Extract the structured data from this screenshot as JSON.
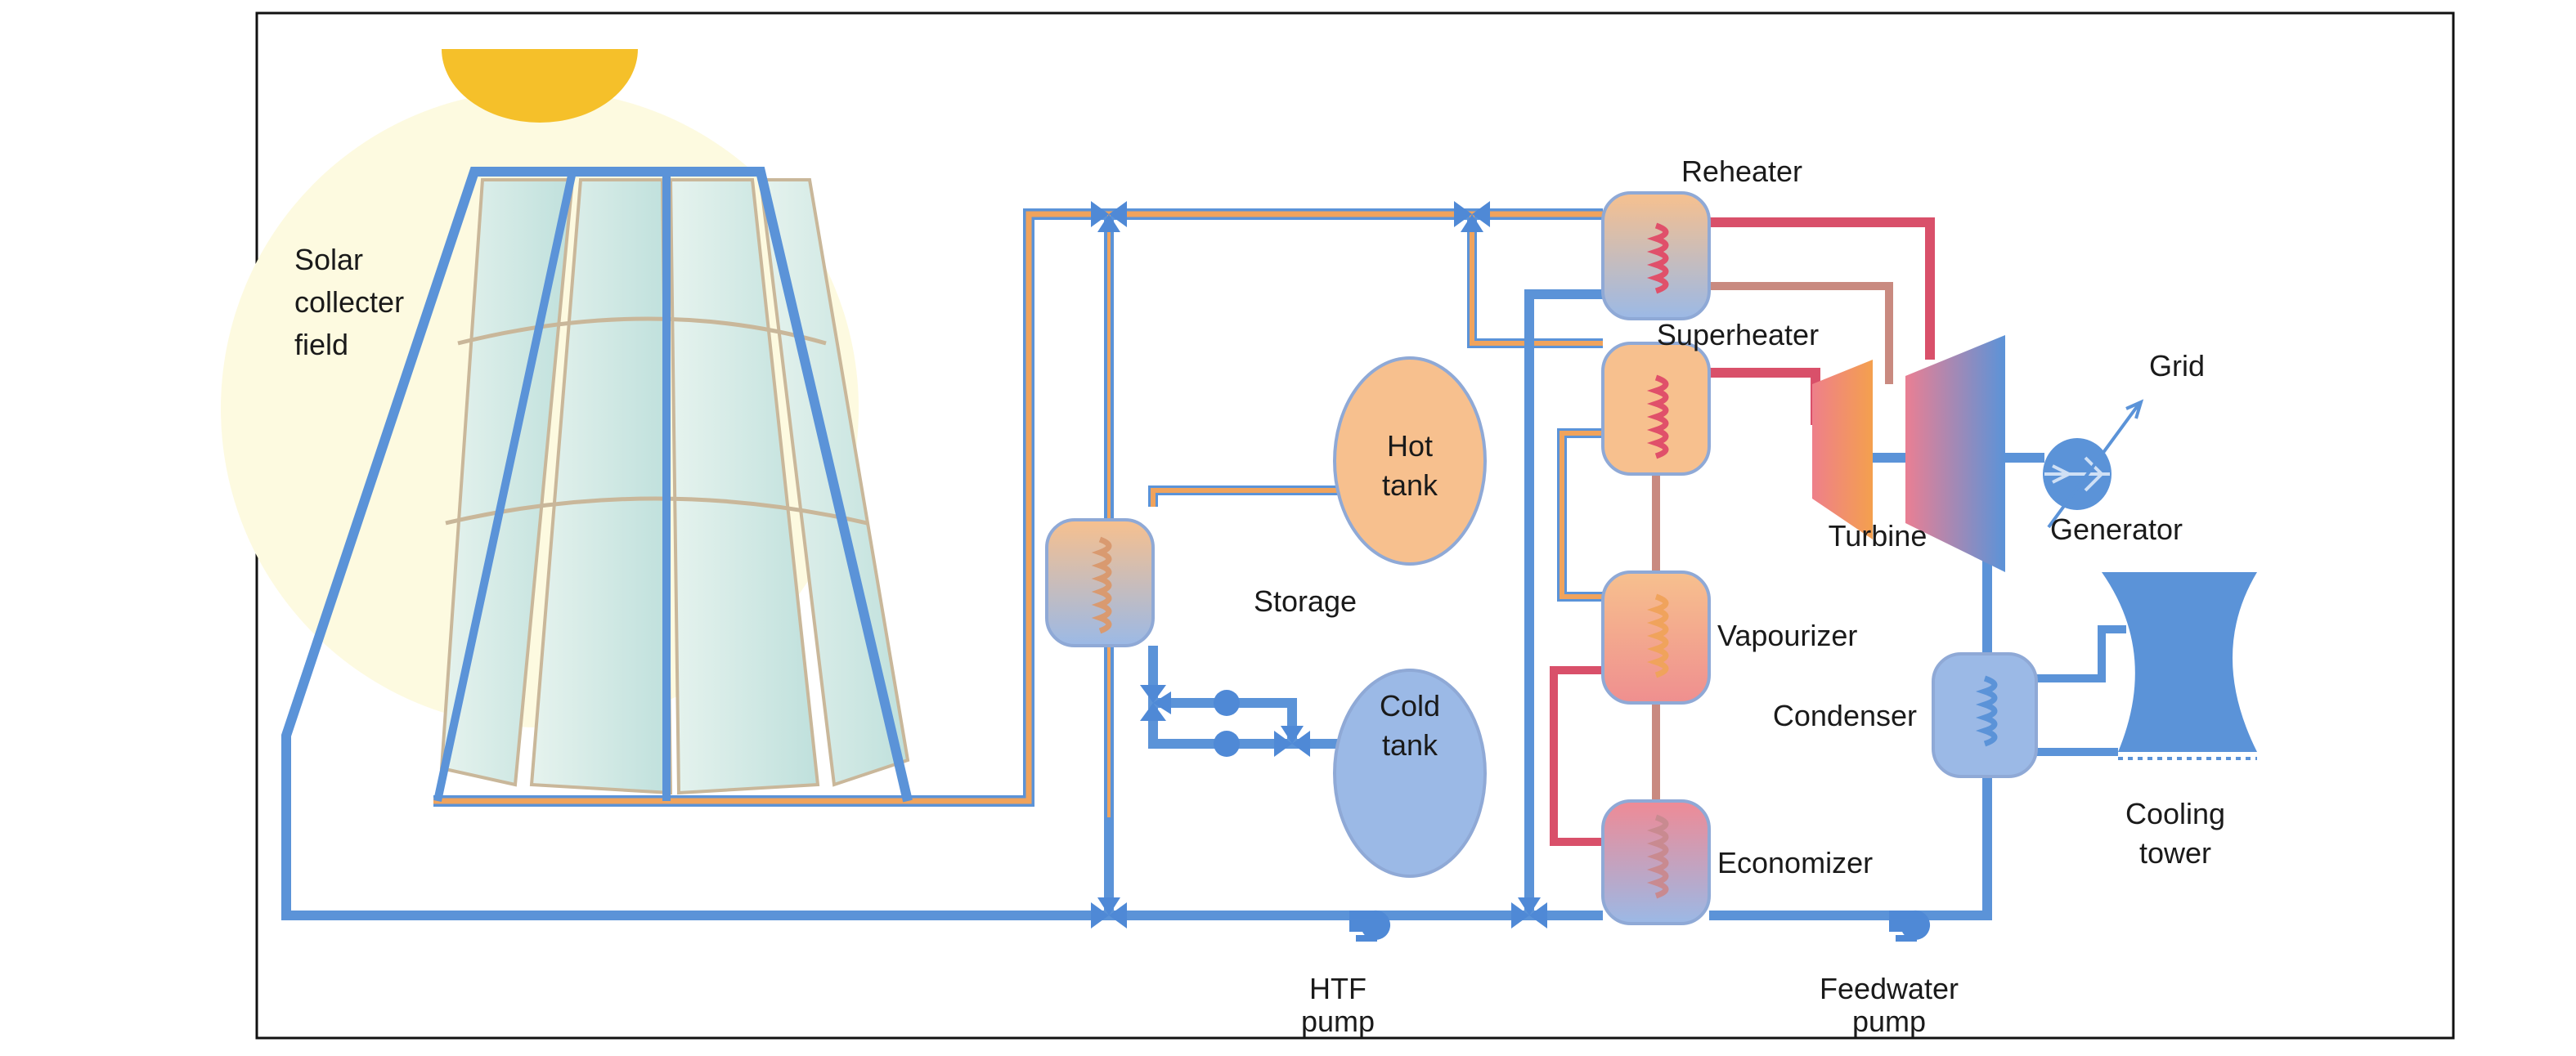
{
  "labels": {
    "solar_field": [
      "Solar",
      "collecter",
      "field"
    ],
    "reheater": "Reheater",
    "superheater": "Superheater",
    "vapourizer": "Vapourizer",
    "economizer": "Economizer",
    "turbine": "Turbine",
    "generator": "Generator",
    "grid": "Grid",
    "condenser": "Condenser",
    "cooling_tower": [
      "Cooling",
      "tower"
    ],
    "hot_tank": [
      "Hot",
      "tank"
    ],
    "cold_tank": [
      "Cold",
      "tank"
    ],
    "storage": "Storage",
    "htf_pump": [
      "HTF",
      "pump"
    ],
    "feedwater_pump": [
      "Feedwater",
      "pump"
    ]
  },
  "colors": {
    "cold_pipe": "#5b93d8",
    "warm_pipe": "#f0a35c",
    "hot_pipe": "#d9506a",
    "sun": "#f5c02a",
    "sun_glow": "#fdfae0",
    "tank_hot": "#f7c08e",
    "tank_cold": "#9bb9e6"
  }
}
